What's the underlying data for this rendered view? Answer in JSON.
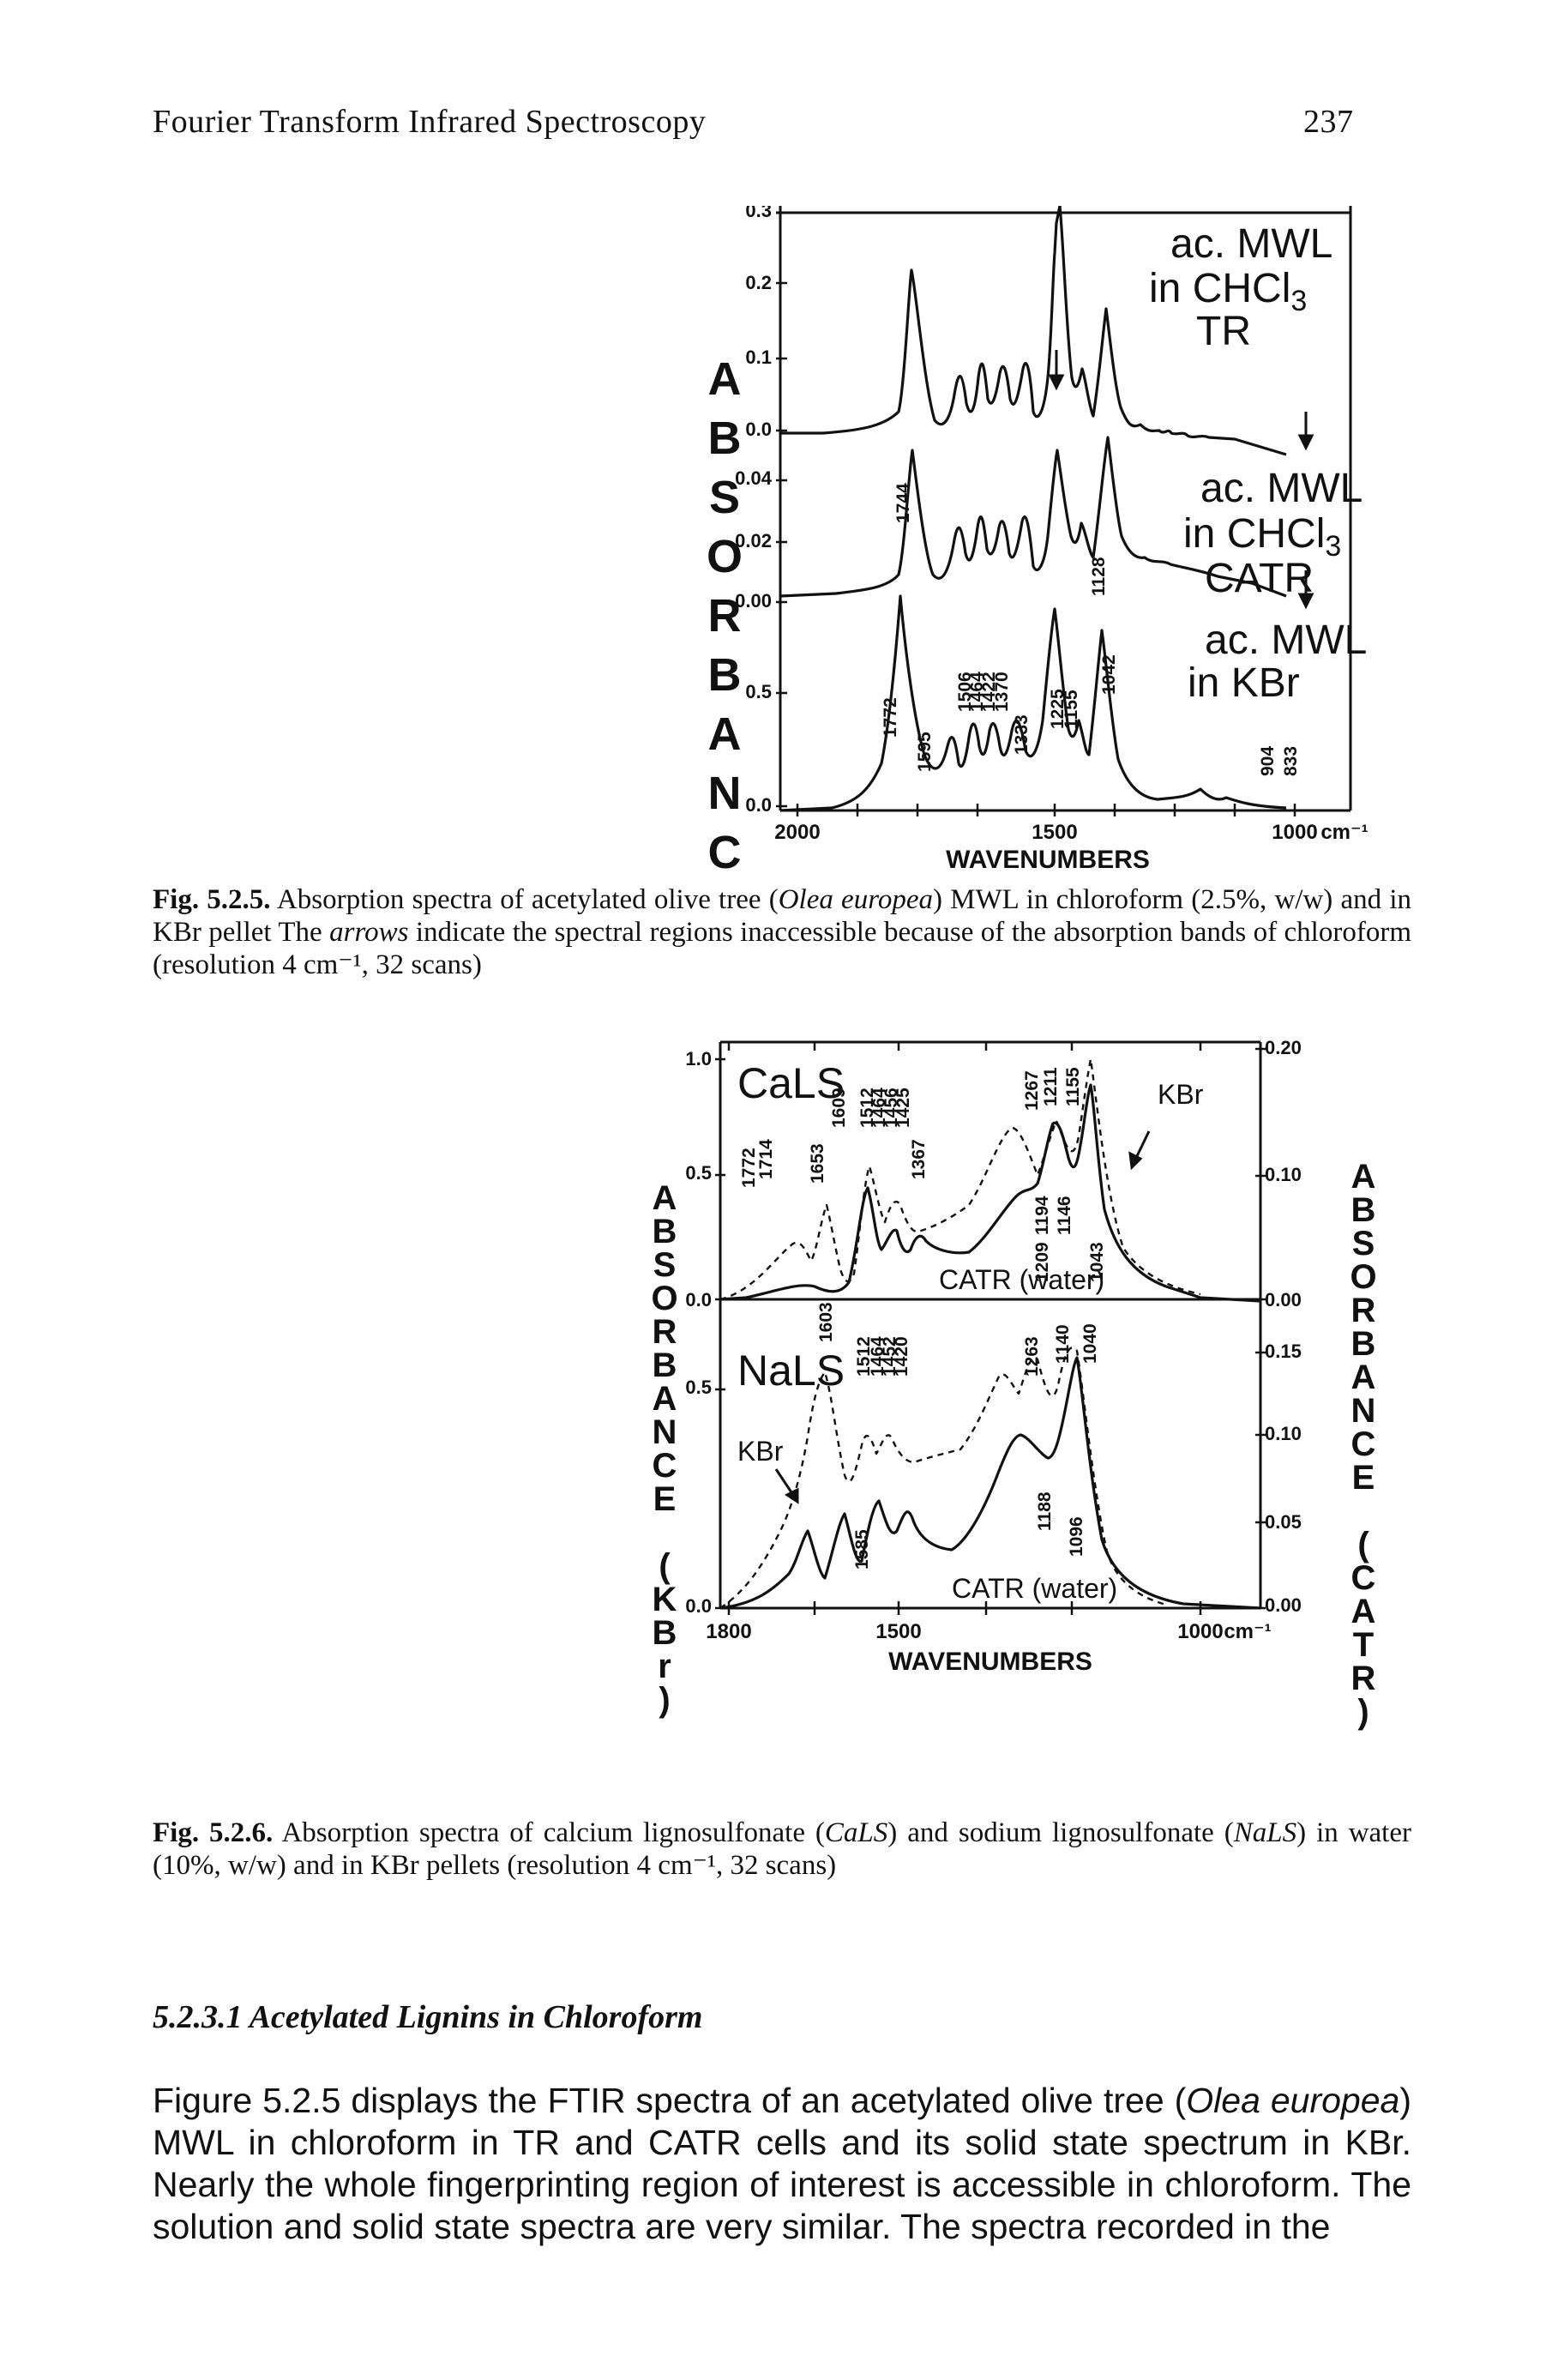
{
  "header": {
    "running_title": "Fourier Transform Infrared Spectroscopy",
    "page_number": "237"
  },
  "figure1": {
    "caption_label": "Fig. 5.2.5.",
    "caption_pre": " Absorption spectra of acetylated olive tree (",
    "caption_species": "Olea europea",
    "caption_mid": ") MWL in chloroform (2.5%, w/w) and in KBr pellet The ",
    "caption_arrows": "arrows",
    "caption_post": " indicate the spectral regions inaccessible because of the absorption bands of chloroform (resolution 4 cm⁻¹, 32 scans)",
    "ylabel": "ABSORBANCE",
    "xlabel": "WAVENUMBERS",
    "unit": "cm⁻¹",
    "x_ticks": [
      "2000",
      "1500",
      "1000"
    ],
    "y_ticks": [
      "0.3",
      "0.2",
      "0.1",
      "0.0",
      "0.04",
      "0.02",
      "0.00",
      "0.5",
      "0.0"
    ],
    "label_tr": [
      "ac. MWL",
      "in CHCl",
      "TR"
    ],
    "label_catr": [
      "ac. MWL",
      "in CHCl",
      "CATR"
    ],
    "label_kbr": [
      "ac. MWL",
      "in KBr"
    ],
    "subscript3": "3",
    "band_labels": [
      "1772",
      "1744",
      "1595",
      "1506",
      "1464",
      "1422",
      "1370",
      "1333",
      "1225",
      "1155",
      "1128",
      "1042",
      "904",
      "833"
    ]
  },
  "figure2": {
    "caption_label": "Fig. 5.2.6.",
    "caption_pre": " Absorption spectra of calcium lignosulfonate (",
    "caption_cals": "CaLS",
    "caption_mid": ") and sodium lignosulfonate (",
    "caption_nals": "NaLS",
    "caption_post": ") in water (10%, w/w) and in KBr pellets (resolution 4 cm⁻¹, 32 scans)",
    "ylabel_left": "ABSORBANCE (KBr)",
    "ylabel_right": "ABSORBANCE (CATR)",
    "xlabel": "WAVENUMBERS",
    "unit": "cm⁻¹",
    "x_ticks": [
      "1800",
      "1500",
      "1000"
    ],
    "y_ticks_left": [
      "1.0",
      "0.5",
      "0.0",
      "0.5",
      "0.0"
    ],
    "y_ticks_right": [
      "0.20",
      "0.10",
      "0.00",
      "0.15",
      "0.10",
      "0.05",
      "0.00"
    ],
    "panel_top_label": "CaLS",
    "panel_bottom_label": "NaLS",
    "kbr_label": "KBr",
    "catr_water_label": "CATR (water)",
    "band_labels_top": [
      "1772",
      "1714",
      "1653",
      "1609",
      "1512",
      "1464",
      "1456",
      "1425",
      "1367",
      "1267",
      "1211",
      "1155",
      "1194",
      "1146",
      "1043"
    ],
    "band_labels_bottom": [
      "1603",
      "1512",
      "1464",
      "1452",
      "1420",
      "1585",
      "1263",
      "1209",
      "1140",
      "1188",
      "1096",
      "1040"
    ]
  },
  "section": {
    "heading": "5.2.3.1 Acetylated Lignins in Chloroform"
  },
  "body": {
    "p1_a": "Figure 5.2.5 displays the FTIR spectra of an acetylated olive tree (",
    "p1_species": "Olea europea",
    "p1_b": ") MWL in chloroform in TR and CATR cells and its solid state spectrum in KBr. Nearly the whole fingerprinting region of interest is accessible in chloroform. The solution and solid state spectra are very similar. The spectra recorded in the"
  }
}
